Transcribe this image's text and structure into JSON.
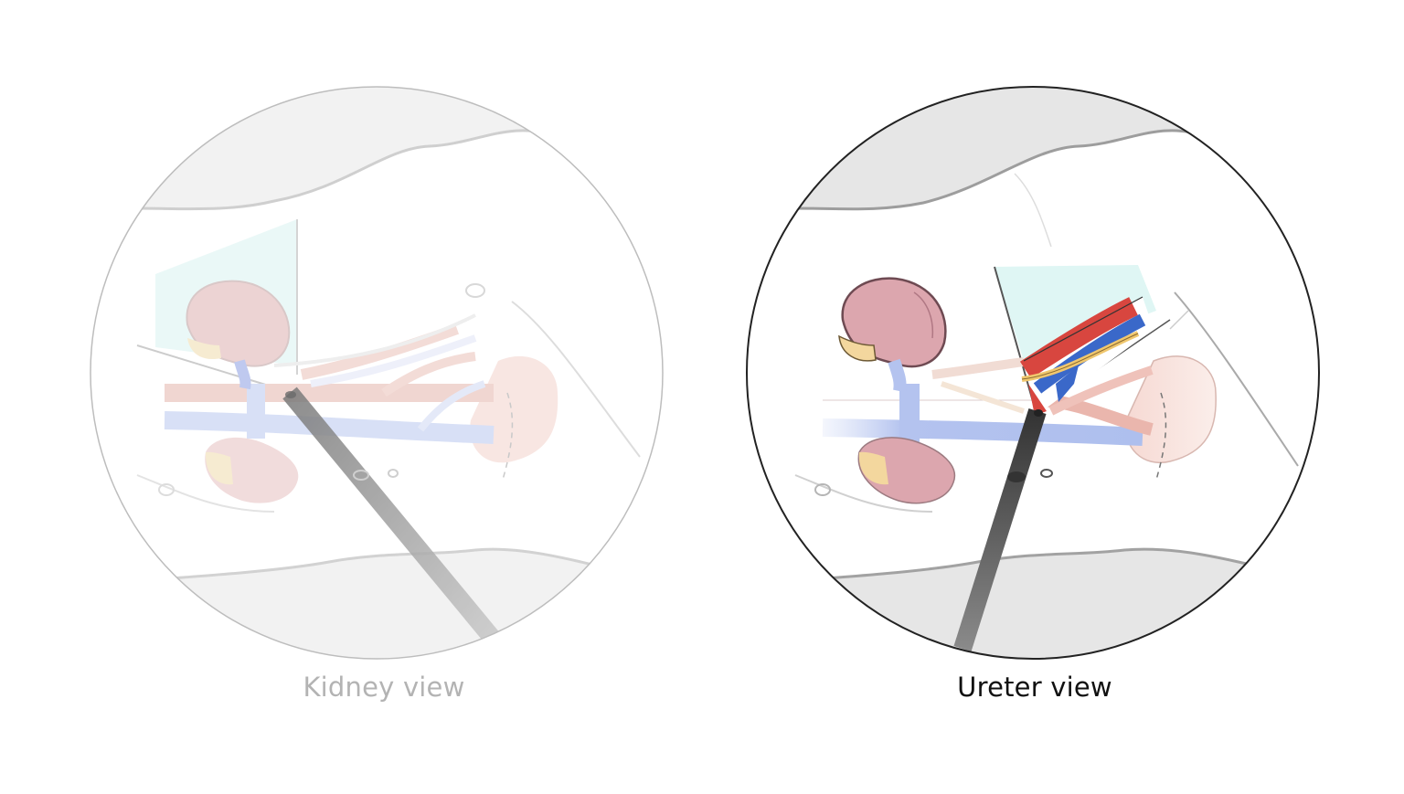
{
  "panels": [
    {
      "caption": "Kidney view",
      "state": "dimmed"
    },
    {
      "caption": "Ureter view",
      "state": "active"
    }
  ],
  "colors": {
    "kidney": "#d59aa5",
    "adrenal": "#f3d79e",
    "vein": "#9fb3e8",
    "artery": "#e7b0a8",
    "ureter_highlight_red": "#d8463f",
    "ureter_highlight_blue": "#3a68c9",
    "ureter_yellow": "#f0c76e",
    "camera_tint": "#dff6f4",
    "instrument": "#555555"
  },
  "icons": [
    "laparoscope-instrument",
    "kidney-illustration",
    "kidney-illustration"
  ]
}
